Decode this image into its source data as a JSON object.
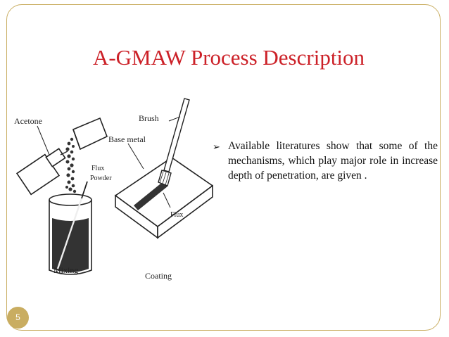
{
  "slide": {
    "title": "A-GMAW Process Description",
    "page_number": "5",
    "accent_color": "#cc2128",
    "frame_color": "#c9ad61"
  },
  "figure": {
    "labels": {
      "acetone": "Acetone",
      "flux_powder_line1": "Flux",
      "flux_powder_line2": "Powder",
      "base_metal": "Base metal",
      "brush": "Brush",
      "flux": "Flux",
      "mixing": "Mixing",
      "coating": "Coating"
    }
  },
  "bullets": [
    {
      "icon": "arrowhead-bullet-icon",
      "text": "Available literatures show that some of the mechanisms, which play major role in increase depth of penetration, are given ."
    }
  ]
}
